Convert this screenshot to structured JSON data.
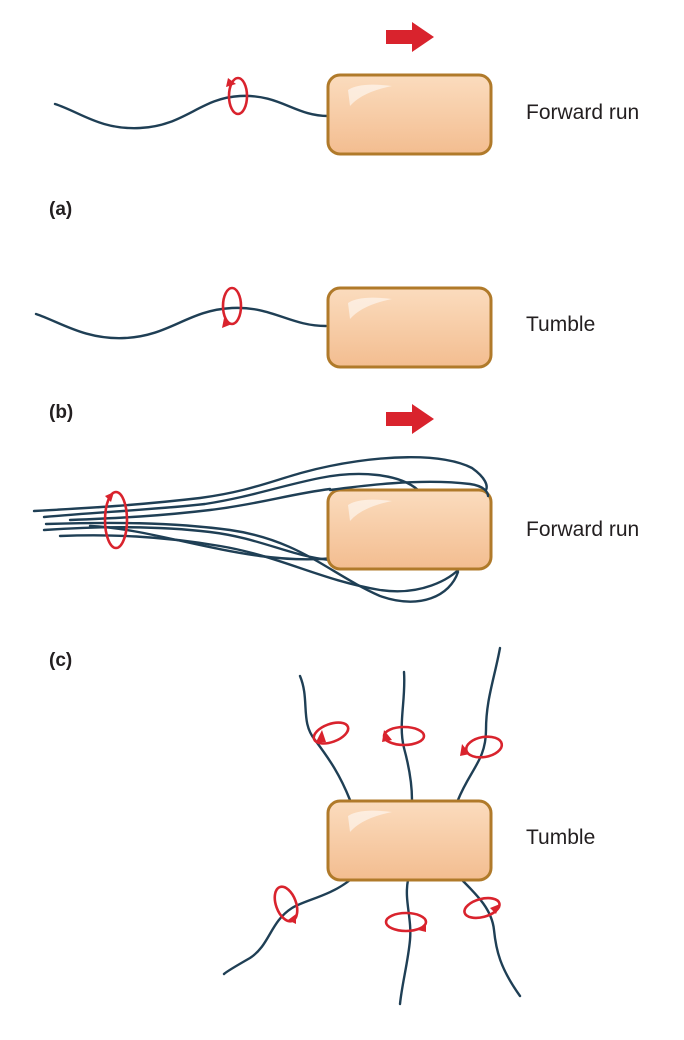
{
  "panels": {
    "a": {
      "tag": "(a)",
      "run_label": "Forward run",
      "tumble_label": "Tumble"
    },
    "b": {
      "tag": "(b)",
      "run_label": "Forward run"
    },
    "c": {
      "tag": "(c)",
      "tumble_label": "Tumble"
    }
  },
  "colors": {
    "cell_fill": "#f6c8a0",
    "cell_outline": "#b07a2a",
    "flagellum": "#1f3f55",
    "rotation_arrow": "#d9232d",
    "direction_arrow": "#d9232d"
  },
  "icons": {
    "direction": "right-arrow-icon",
    "rotation": "rotation-arrow-icon"
  }
}
